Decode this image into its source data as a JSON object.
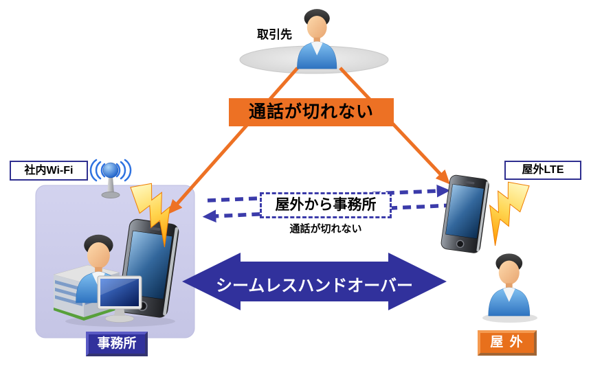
{
  "colors": {
    "orange": "#ed7124",
    "navy": "#31319c",
    "blue_dash": "#3b3baa",
    "box_border": "#2e2e8f",
    "lavender": "#cdcdeb"
  },
  "top_area": {
    "partner_label": "取引先"
  },
  "banner": {
    "text": "通話が切れない"
  },
  "office_area": {
    "wifi_label": "社内Wi-Fi",
    "badge": "事務所"
  },
  "outdoor_area": {
    "lte_label": "屋外LTE",
    "badge": "屋 外"
  },
  "handover": {
    "dashed_box_label": "屋外から事務所",
    "dashed_box_sub": "通話が切れない",
    "arrow_label": "シームレスハンドオーバー"
  },
  "icons": {
    "partner": "person-icon",
    "antenna": "wifi-antenna-icon",
    "office_building": "building-icon",
    "office_person": "person-icon",
    "office_phone": "smartphone-icon",
    "office_computer": "desktop-computer-icon",
    "wifi_bolt": "lightning-icon",
    "outdoor_phone": "smartphone-icon",
    "lte_bolt": "lightning-icon",
    "outdoor_person": "person-icon"
  }
}
